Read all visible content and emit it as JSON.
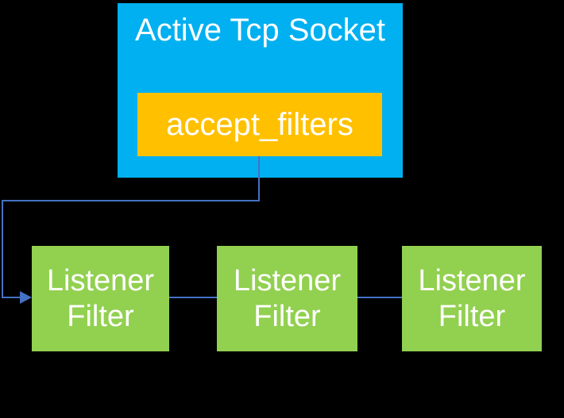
{
  "diagram": {
    "title": "Active Tcp Socket listener filter chain diagram",
    "colors": {
      "socket_box": "#00B0F0",
      "accept_filters_box": "#FFC000",
      "listener_filter_box": "#92D050",
      "connector": "#4472C4",
      "text": "#FFFFFF",
      "background": "#000000"
    },
    "socket": {
      "label": "Active Tcp Socket"
    },
    "accept_filters": {
      "label": "accept_filters"
    },
    "listener_filters": [
      {
        "label": "Listener Filter"
      },
      {
        "label": "Listener Filter"
      },
      {
        "label": "Listener Filter"
      }
    ],
    "connector": {
      "style": "elbow",
      "arrowhead": "right-pointing-triangle",
      "path": "accept_filters bottom -> down -> left -> down -> right into first Listener Filter; chain continues between Listener Filter boxes"
    }
  }
}
